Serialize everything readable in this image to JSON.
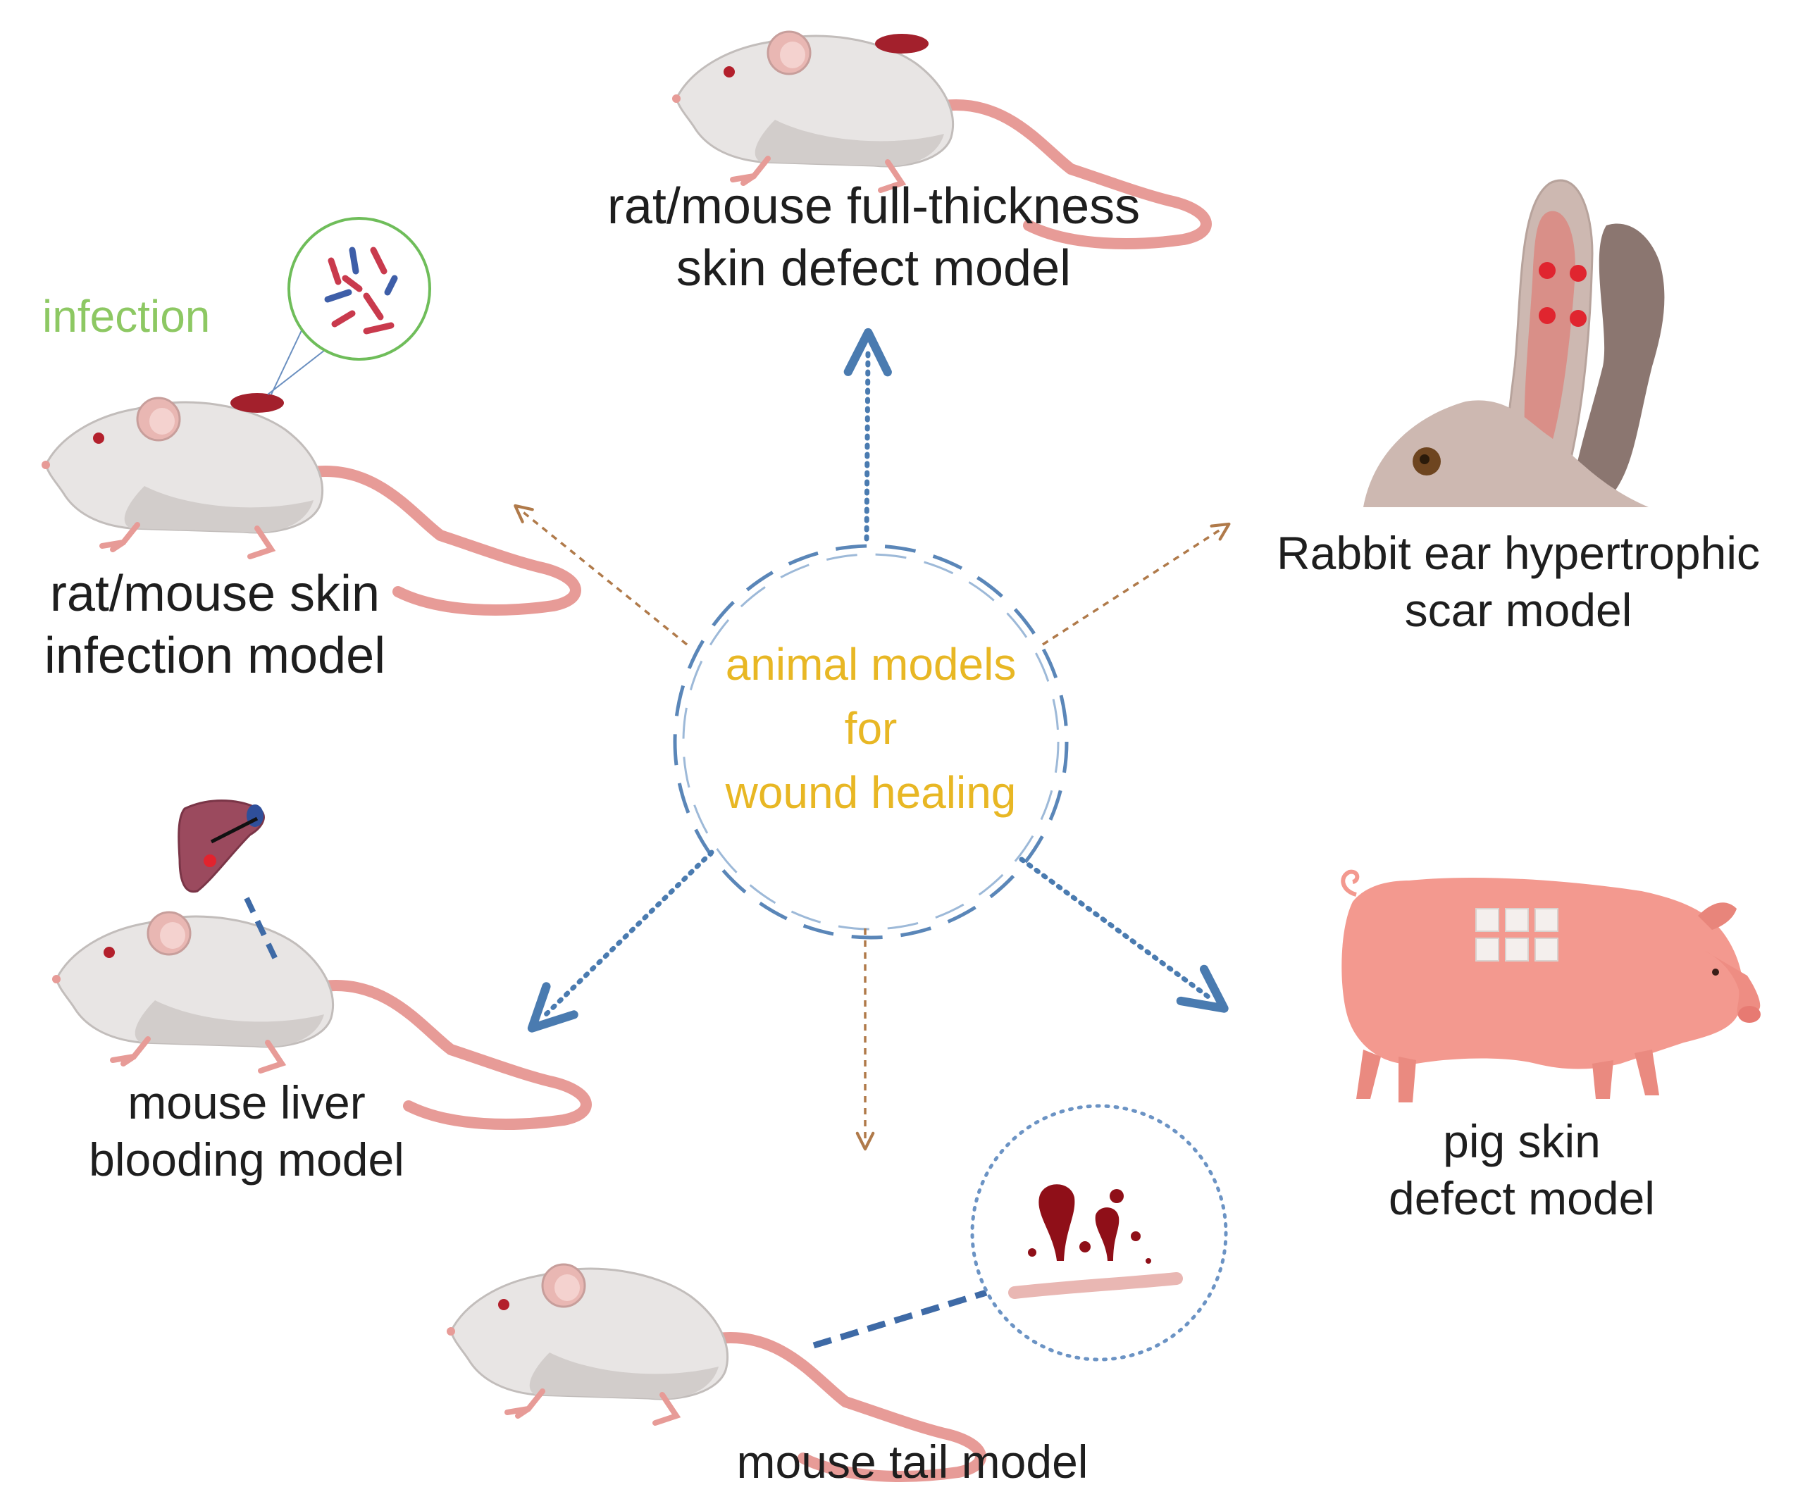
{
  "center": {
    "lines": [
      "animal models",
      "for",
      "wound healing"
    ]
  },
  "models": {
    "full_thickness": {
      "lines": [
        "rat/mouse full-thickness",
        "skin defect model"
      ]
    },
    "rabbit_ear": {
      "lines": [
        "Rabbit ear hypertrophic",
        "scar model"
      ]
    },
    "skin_infection": {
      "lines": [
        "rat/mouse skin",
        "infection model"
      ],
      "inset_label": "infection"
    },
    "liver_bleeding": {
      "lines": [
        "mouse liver",
        "blooding model"
      ]
    },
    "tail": {
      "lines": [
        "mouse tail model"
      ]
    },
    "pig_skin": {
      "lines": [
        "pig skin",
        "defect model"
      ]
    }
  },
  "colors": {
    "center_text": "#e8b724",
    "infection_text": "#8dc863",
    "blue_arrow": "#4a7bb0",
    "brown_arrow": "#b07a4a",
    "label_text": "#1e1e1e"
  },
  "icons": [
    "rat-icon",
    "rabbit-icon",
    "pig-icon",
    "liver-icon",
    "bacteria-icon",
    "blood-drop-icon"
  ]
}
